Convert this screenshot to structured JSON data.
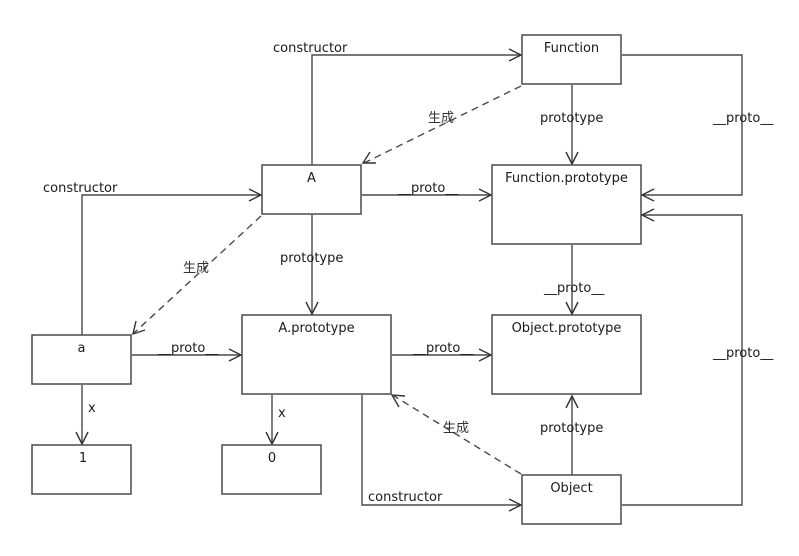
{
  "diagram": {
    "type": "javascript-prototype-chain",
    "nodes": [
      {
        "id": "Function",
        "label": "Function"
      },
      {
        "id": "A",
        "label": "A"
      },
      {
        "id": "FunctionPrototype",
        "label": "Function.prototype"
      },
      {
        "id": "a",
        "label": "a"
      },
      {
        "id": "APrototype",
        "label": "A.prototype"
      },
      {
        "id": "ObjectPrototype",
        "label": "Object.prototype"
      },
      {
        "id": "one",
        "label": "1"
      },
      {
        "id": "zero",
        "label": "0"
      },
      {
        "id": "Object",
        "label": "Object"
      }
    ],
    "edges": [
      {
        "id": "A-constructor-Function",
        "from": "A",
        "to": "Function",
        "label": "constructor",
        "style": "solid"
      },
      {
        "id": "Function-creates-A",
        "from": "Function",
        "to": "A",
        "label": "生成",
        "style": "dashed"
      },
      {
        "id": "Function-prototype-FunctionPrototype",
        "from": "Function",
        "to": "FunctionPrototype",
        "label": "prototype",
        "style": "solid"
      },
      {
        "id": "Function-proto-FunctionPrototype",
        "from": "Function",
        "to": "FunctionPrototype",
        "label": "__proto__",
        "style": "solid"
      },
      {
        "id": "A-proto-FunctionPrototype",
        "from": "A",
        "to": "FunctionPrototype",
        "label": "__proto__",
        "style": "solid"
      },
      {
        "id": "a-constructor-A",
        "from": "a",
        "to": "A",
        "label": "constructor",
        "style": "solid"
      },
      {
        "id": "A-creates-a",
        "from": "A",
        "to": "a",
        "label": "生成",
        "style": "dashed"
      },
      {
        "id": "A-prototype-APrototype",
        "from": "A",
        "to": "APrototype",
        "label": "prototype",
        "style": "solid"
      },
      {
        "id": "FunctionPrototype-proto-ObjectPrototype",
        "from": "FunctionPrototype",
        "to": "ObjectPrototype",
        "label": "__proto__",
        "style": "solid"
      },
      {
        "id": "a-proto-APrototype",
        "from": "a",
        "to": "APrototype",
        "label": "__proto__",
        "style": "solid"
      },
      {
        "id": "APrototype-proto-ObjectPrototype",
        "from": "APrototype",
        "to": "ObjectPrototype",
        "label": "__proto__",
        "style": "solid"
      },
      {
        "id": "Object-proto-FunctionPrototype",
        "from": "Object",
        "to": "FunctionPrototype",
        "label": "__proto__",
        "style": "solid"
      },
      {
        "id": "a-x-one",
        "from": "a",
        "to": "one",
        "label": "x",
        "style": "solid"
      },
      {
        "id": "APrototype-x-zero",
        "from": "APrototype",
        "to": "zero",
        "label": "x",
        "style": "solid"
      },
      {
        "id": "Object-creates-APrototype",
        "from": "Object",
        "to": "APrototype",
        "label": "生成",
        "style": "dashed"
      },
      {
        "id": "Object-prototype-ObjectPrototype",
        "from": "Object",
        "to": "ObjectPrototype",
        "label": "prototype",
        "style": "solid"
      },
      {
        "id": "APrototype-constructor-Object",
        "from": "APrototype",
        "to": "Object",
        "label": "constructor",
        "style": "solid"
      }
    ]
  },
  "colors": {
    "line": "#4a4a4a",
    "text": "#1a1a1a",
    "background": "#ffffff"
  }
}
